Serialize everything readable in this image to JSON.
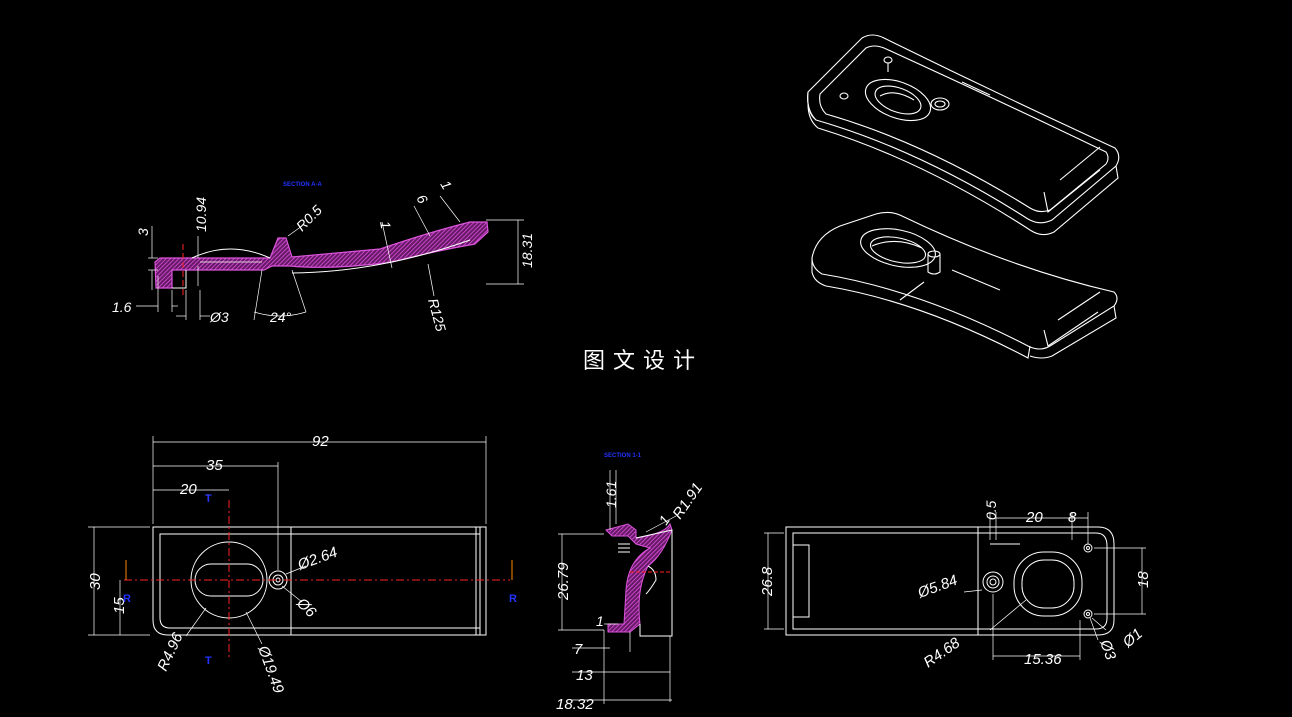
{
  "title": "图文设计",
  "section_labels": {
    "a": "SECTION A-A",
    "b": "SECTION 1-1"
  },
  "colors": {
    "background": "#000000",
    "line": "#ffffff",
    "hatch": "#cc33cc",
    "center": "#ff2222",
    "label": "#2233ff",
    "arrow": "#ff8800"
  },
  "side_view": {
    "dims": {
      "d3": "3",
      "d1094": "10.94",
      "r05": "R0.5",
      "d6": "6",
      "d1a": "1",
      "d1b": "1",
      "d1831": "18.31",
      "d16": "1.6",
      "d3dia": "Ø3",
      "d24": "24°",
      "r125": "R125"
    }
  },
  "plan_view": {
    "dims": {
      "d92": "92",
      "d35": "35",
      "d20": "20",
      "d30": "30",
      "d15": "15",
      "d264": "Ø2.64",
      "d6": "Ø6",
      "r496": "R4.96",
      "d1949": "Ø19.49"
    },
    "markers": {
      "t1": "T",
      "t2": "T",
      "r1": "R",
      "r2": "R"
    }
  },
  "section_view": {
    "dims": {
      "d161": "1.61",
      "r191": "R1.91",
      "d1": "1",
      "d2679": "26.79",
      "d1b": "1",
      "d7": "7",
      "d13": "13",
      "d1832": "18.32"
    }
  },
  "bottom_view": {
    "dims": {
      "d05": "0.5",
      "d20": "20",
      "d8": "8",
      "d268": "26.8",
      "d18": "18",
      "d584": "Ø5.84",
      "r468": "R4.68",
      "d1536": "15.36",
      "d3": "Ø3",
      "d1": "Ø1"
    }
  }
}
